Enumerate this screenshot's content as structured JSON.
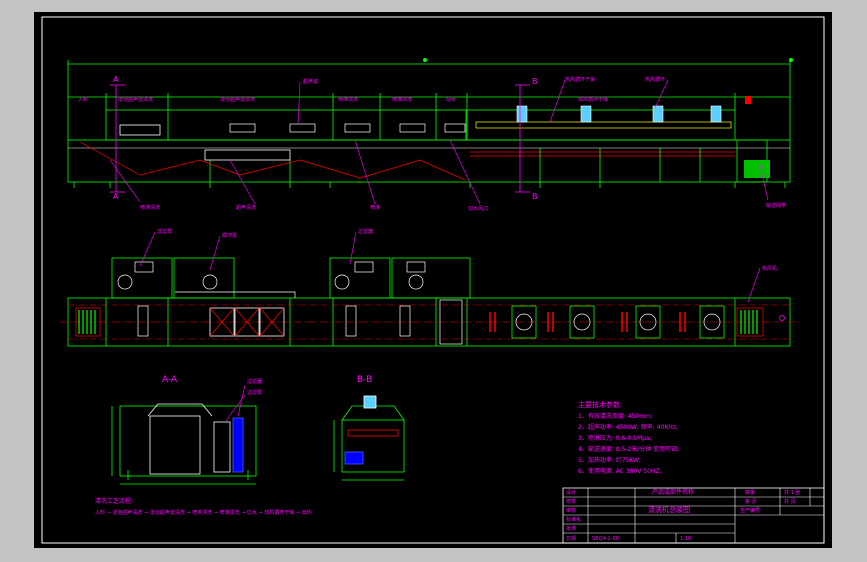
{
  "sections": {
    "aa": "A-A",
    "bb": "B-B",
    "a_mark": "A",
    "b_mark": "B"
  },
  "tech_specs": {
    "title": "主要技术参数:",
    "items": [
      "1、有效清洗宽度: 450mm;",
      "2、超声功率: 4500W, 频率: 40KHz;",
      "3、喷淋压力: 0.6-0.8Mpa;",
      "4、输送速度: 0.5-2米/分钟  变频可调;",
      "5、加热功率: 约75KW;",
      "6、使用电源: AC 380V  50HZ。"
    ]
  },
  "process": {
    "title": "清洗工艺流程:",
    "steps": "入料 → 浸泡超声清洗 → 浸泡超声波清洗 → 喷淋漂洗 → 喷淋漂洗 → 切水 → 热风循环干燥 → 出料"
  },
  "callouts": {
    "c1": "超声波",
    "c2": "热风循环干燥",
    "c3": "切水风刀",
    "c4": "热风循环",
    "c5": "喷淋清洗",
    "c6": "超声清洗",
    "c7": "喷淋",
    "c8": "切水风刀",
    "c9": "输送网带",
    "c10": "过滤泵",
    "c11": "循环泵",
    "c12": "过滤器",
    "c13": "热风机",
    "c14": "过滤器",
    "c15": "过滤泵"
  },
  "zones": {
    "z1": "入料",
    "z2": "浸泡超声波清洗",
    "z3": "浸泡超声波清洗",
    "z4": "喷淋漂洗",
    "z5": "喷淋漂洗",
    "z6": "切水",
    "z7": "热风循环干燥"
  },
  "title_block": {
    "product_name": "产品或部件名称",
    "drawing_title": "清洗机总装图",
    "qty_label": "数量",
    "sheet_info": "共 1 张",
    "page_label": "第 页",
    "page_total": "共 页",
    "production_no": "生产编号",
    "rows": [
      "设计",
      "校核",
      "审核",
      "标准化",
      "批准",
      "日期"
    ],
    "drawing_no": "SBQX-1-00",
    "scale": "1:10"
  },
  "colors": {
    "background": "#c4c4c4",
    "sheet": "#000000",
    "green": "#00ff00",
    "magenta": "#ff00ff",
    "red": "#ff0000",
    "white": "#ffffff",
    "cyan": "#00ffff",
    "blue": "#4060ff"
  }
}
